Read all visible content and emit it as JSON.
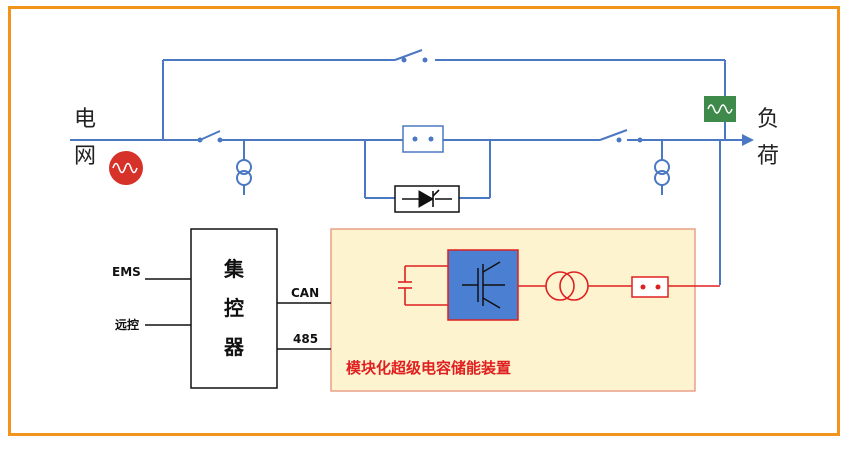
{
  "labels": {
    "grid_line1": "电",
    "grid_line2": "网",
    "load_line1": "负",
    "load_line2": "荷",
    "ems": "EMS",
    "remote": "远控",
    "controller_1": "集",
    "controller_2": "控",
    "controller_3": "器",
    "can": "CAN",
    "rs485": "485",
    "device_title": "模块化超级电容储能装置"
  },
  "colors": {
    "frame": "#f0941c",
    "bus": "#4a78c2",
    "device_fill": "#fdf3cf",
    "device_border": "#e8a089",
    "red_circuit": "#e02020",
    "igbt_fill": "#4b7fd1",
    "grid_icon": "#d6322a",
    "load_icon": "#3d8a4a"
  }
}
